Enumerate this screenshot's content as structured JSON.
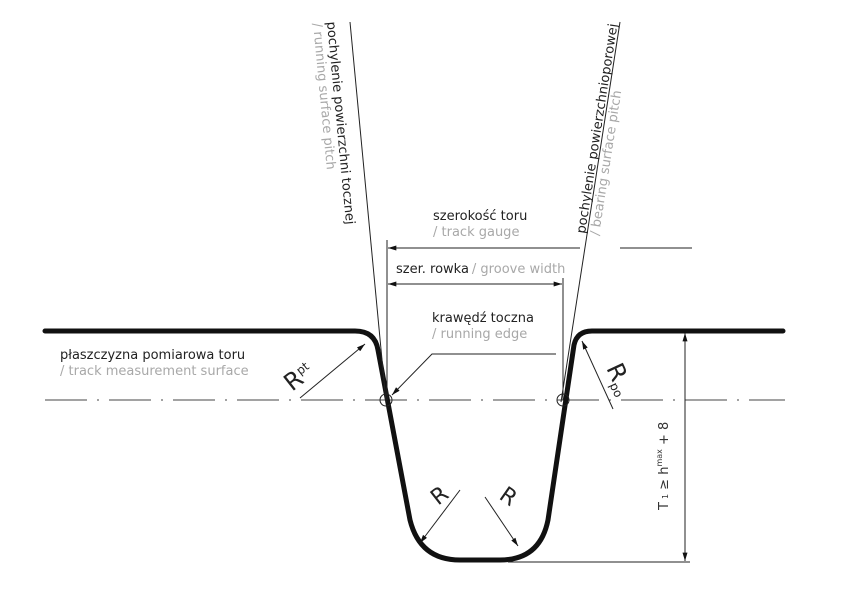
{
  "labels": {
    "running_pitch_pl": "pochylenie powierzchni tocznej",
    "running_pitch_en": "/ running surface pitch",
    "bearing_pitch_pl": "pochylenie powierzchnioporowej",
    "bearing_pitch_en": "/ bearing surface pitch",
    "gauge_pl": "szerokość toru",
    "gauge_en": "/ track gauge",
    "groove_pl": "szer. rowka",
    "groove_en": "/ groove width",
    "edge_pl": "krawędź toczna",
    "edge_en": "/ running edge",
    "plane_pl": "płaszczyzna pomiarowa toru",
    "plane_en": "/  track measurement surface",
    "r_pt": "R",
    "r_pt_sub": "pt",
    "r_po": "R",
    "r_po_sub": "po",
    "r_left": "R",
    "r_right": "R",
    "depth_formula_a": "T",
    "depth_formula_sub": "1",
    "depth_formula_b": " ≥ h",
    "depth_formula_sup": "max",
    "depth_formula_c": " + 8"
  }
}
